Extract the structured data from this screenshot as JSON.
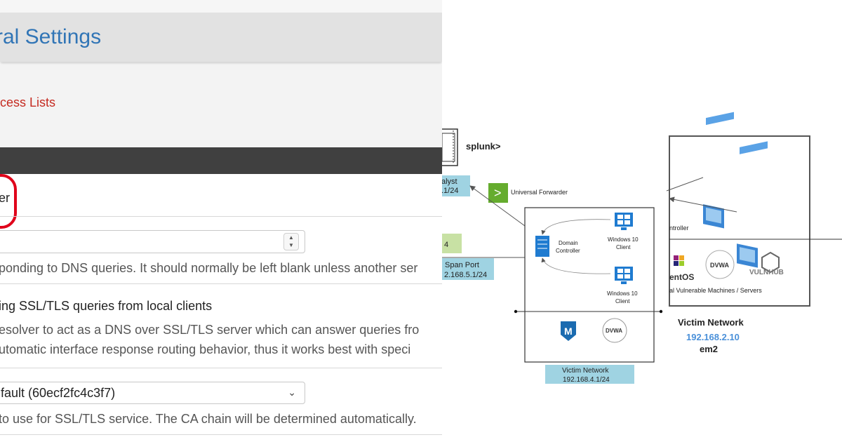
{
  "settings": {
    "page_title": "ral Settings",
    "tab_access_lists": "cess Lists",
    "enable_label": "er",
    "port_help": "ponding to DNS queries. It should normally be left blank unless another ser",
    "ssl_heading": "ing SSL/TLS queries from local clients",
    "ssl_help_line1": "esolver to act as a DNS over SSL/TLS server which can answer queries fro",
    "ssl_help_line2": "utomatic interface response routing behavior, thus it works best with speci",
    "cert_select_value": "fault (60ecf2fc4c3f7)",
    "cert_help": "to use for SSL/TLS service. The CA chain will be determined automatically."
  },
  "diagram": {
    "splunk_logo": "splunk>",
    "analyst_box": {
      "line1": "alyst",
      "line2": ".1/24"
    },
    "forwarder_label": "Universal Forwarder",
    "green_box_text": "4",
    "span_port_box": {
      "line1": "Span Port",
      "line2": "2.168.5.1/24"
    },
    "domain_controller": {
      "line1": "Domain",
      "line2": "Controller"
    },
    "client_a": {
      "line1": "Windows 10",
      "line2": "Client"
    },
    "client_b": {
      "line1": "Windows 10",
      "line2": "Client"
    },
    "inner_victim_box": {
      "line1": "Victim Network",
      "line2": "192.168.4.1/24"
    },
    "controller_label": "ntroller",
    "centos_logo": "entOS",
    "dvwa_logo": "DVWA",
    "vulnhub_logo": "VULNHUB",
    "vulnerable_caption": "al Vulnerable Machines / Servers",
    "victim_network": {
      "title": "Victim Network",
      "ip": "192.168.2.10",
      "iface": "em2"
    }
  },
  "colors": {
    "title_blue": "#3175b6",
    "tab_red": "#c52b21",
    "annotation_red": "#e0001a",
    "ip_blue": "#4a90d9",
    "label_box_cyan": "#9fd3e2",
    "forwarder_green": "#65ac2e"
  }
}
